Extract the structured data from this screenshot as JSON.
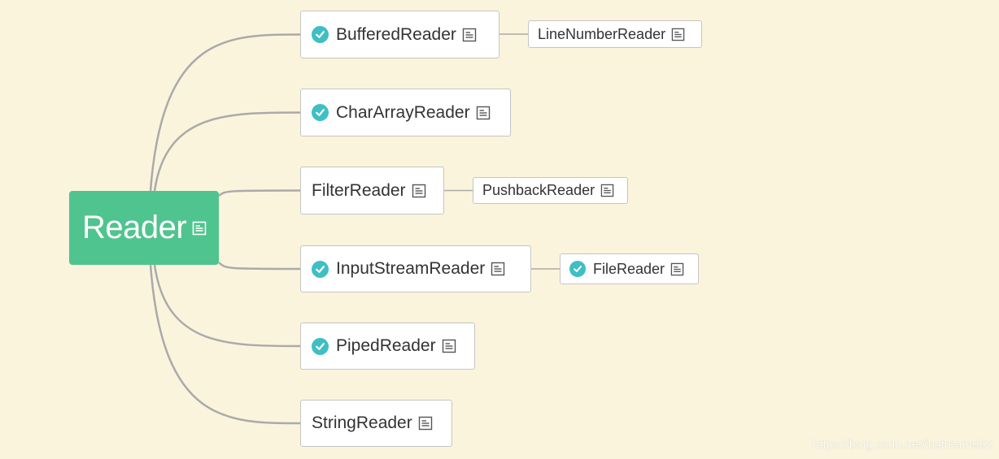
{
  "root": {
    "label": "Reader",
    "icon": "note-icon"
  },
  "children": [
    {
      "label": "BufferedReader",
      "checked": true,
      "child": {
        "label": "LineNumberReader",
        "checked": false
      }
    },
    {
      "label": "CharArrayReader",
      "checked": true
    },
    {
      "label": "FilterReader",
      "checked": false,
      "child": {
        "label": "PushbackReader",
        "checked": false
      }
    },
    {
      "label": "InputStreamReader",
      "checked": true,
      "child": {
        "label": "FileReader",
        "checked": true
      }
    },
    {
      "label": "PipedReader",
      "checked": true
    },
    {
      "label": "StringReader",
      "checked": false
    }
  ],
  "watermark": "https://blog.csdn.net/iostream992",
  "colors": {
    "background": "#fbf4dc",
    "root": "#50c48e",
    "check": "#3fbfc4",
    "link": "#aaaaaa",
    "border": "#c4c4c4"
  }
}
